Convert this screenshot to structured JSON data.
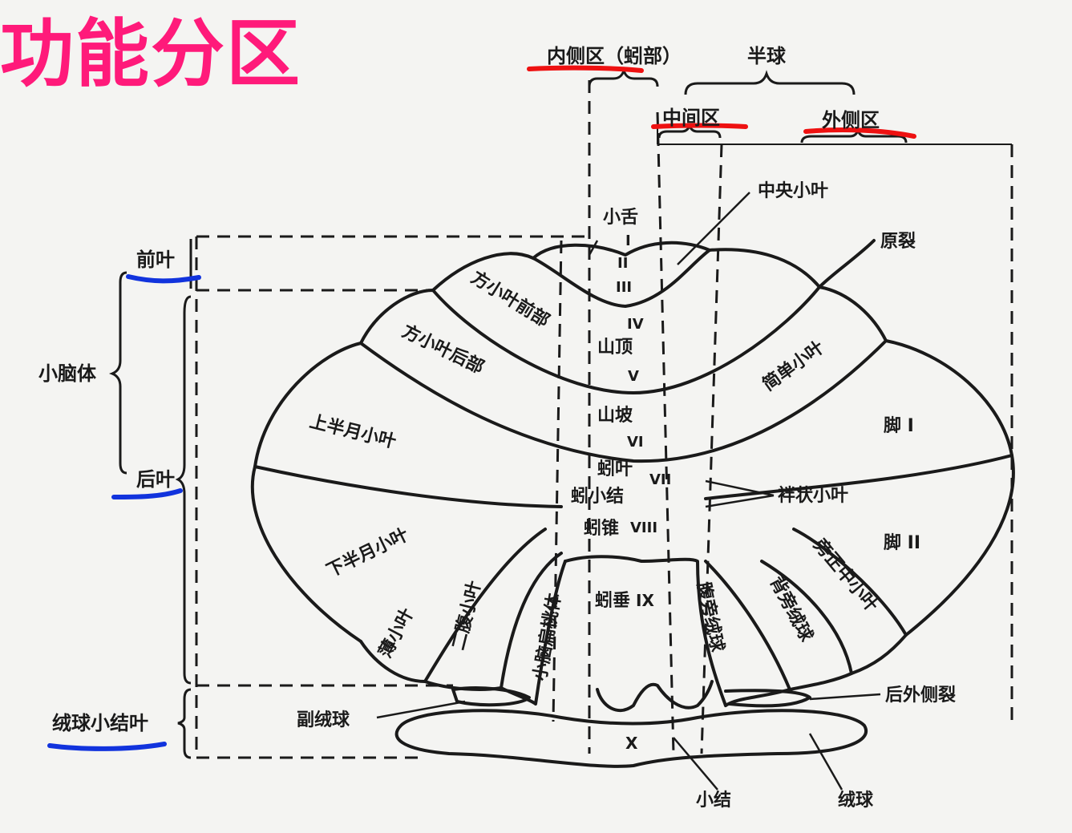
{
  "title": "功能分区",
  "colors": {
    "title": "#ff1a7a",
    "underline_red": "#ee1111",
    "underline_blue": "#1133dd",
    "ink": "#1a1a1a",
    "paper": "#f4f4f2"
  },
  "top_labels": {
    "medial_zone": "内侧区（蚓部）",
    "hemisphere": "半球",
    "intermediate_zone": "中间区",
    "lateral_zone": "外侧区"
  },
  "left_labels": {
    "anterior_lobe": "前叶",
    "cerebellum_body": "小脑体",
    "posterior_lobe": "后叶",
    "flocculonodular_lobe": "绒球小结叶"
  },
  "vermis_labels": {
    "lingula": "小舌",
    "lobule_I": "I",
    "lobule_II": "II",
    "lobule_III": "III",
    "lobule_IV": "IV",
    "culmen": "山顶",
    "lobule_V": "V",
    "declive": "山坡",
    "lobule_VI": "VI",
    "folium": "蚓叶",
    "lobule_VII": "VII",
    "tuber": "蚓小结",
    "pyramis": "蚓锥",
    "lobule_VIII": "VIII",
    "uvula": "蚓垂",
    "lobule_IX": "IX",
    "nodulus_roman": "X"
  },
  "lobe_labels": {
    "anterior_quadrangular": "方小叶前部",
    "posterior_quadrangular": "方小叶后部",
    "superior_semilunar": "上半月小叶",
    "inferior_semilunar": "下半月小叶",
    "gracile": "薄小叶",
    "biventral": "二腹小叶",
    "tonsil": "小脑扁桃体",
    "paraflocculus_ventral": "腹旁绒球",
    "paraflocculus_dorsal": "背旁绒球",
    "paramedian": "旁正中小叶",
    "simple": "简单小叶",
    "crus_I": "脚 I",
    "crus_II": "脚 II"
  },
  "callout_labels": {
    "central_lobule": "中央小叶",
    "primary_fissure": "原裂",
    "ansiform": "袢状小叶",
    "posterolateral_fissure": "后外侧裂",
    "accessory_flocculus": "副绒球",
    "nodulus": "小结",
    "flocculus": "绒球"
  }
}
